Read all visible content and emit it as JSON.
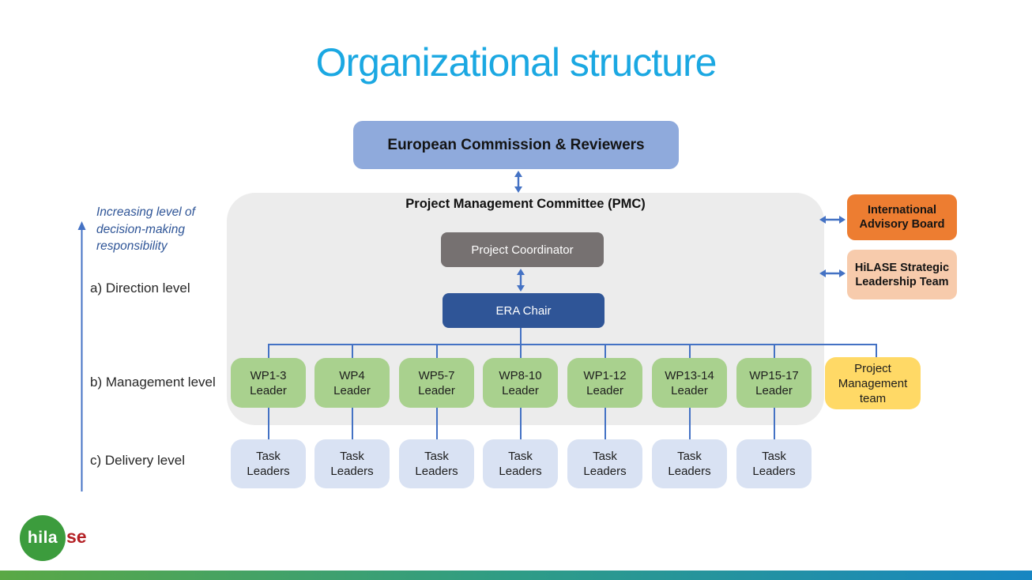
{
  "slide": {
    "title": "Organizational structure",
    "top_box_label": "European Commission & Reviewers",
    "pmc_title": "Project Management Committee (PMC)",
    "coordinator_label": "Project Coordinator",
    "era_chair_label": "ERA Chair",
    "side_note_line1": "Increasing level of",
    "side_note_line2": "decision-making",
    "side_note_line3": "responsibility",
    "level_a": "a) Direction level",
    "level_b": "b) Management level",
    "level_c": "c) Delivery level"
  },
  "wp_leaders": [
    {
      "wp": "WP1-3",
      "role": "Leader"
    },
    {
      "wp": "WP4",
      "role": "Leader"
    },
    {
      "wp": "WP5-7",
      "role": "Leader"
    },
    {
      "wp": "WP8-10",
      "role": "Leader"
    },
    {
      "wp": "WP1-12",
      "role": "Leader"
    },
    {
      "wp": "WP13-14",
      "role": "Leader"
    },
    {
      "wp": "WP15-17",
      "role": "Leader"
    }
  ],
  "pm_team_label": "Project Management team",
  "task_leaders": [
    "Task Leaders",
    "Task Leaders",
    "Task Leaders",
    "Task Leaders",
    "Task Leaders",
    "Task Leaders",
    "Task Leaders"
  ],
  "advisory_boxes": [
    {
      "label": "International Advisory Board"
    },
    {
      "label": "HiLASE Strategic Leadership Team"
    }
  ],
  "logo": {
    "white_text": "hila",
    "red_text": "se"
  },
  "colors": {
    "title_cyan": "#1BA8E2",
    "ec_box_blue": "#8FAADC",
    "pmc_gray": "#ECECEC",
    "coordinator_gray": "#767171",
    "era_blue": "#2F5597",
    "wp_green": "#A9D18E",
    "pm_team_yellow": "#FFD966",
    "task_lavender": "#D9E2F3",
    "advisory_orange": "#ED7D31",
    "leadership_peach": "#F7CBAC",
    "connector_blue": "#4472C4",
    "note_blue": "#2F5597",
    "logo_green": "#3C9C3D",
    "logo_red": "#B42025",
    "footer_gradient": [
      "#5AA845",
      "#2E9C86",
      "#1786C2"
    ]
  }
}
